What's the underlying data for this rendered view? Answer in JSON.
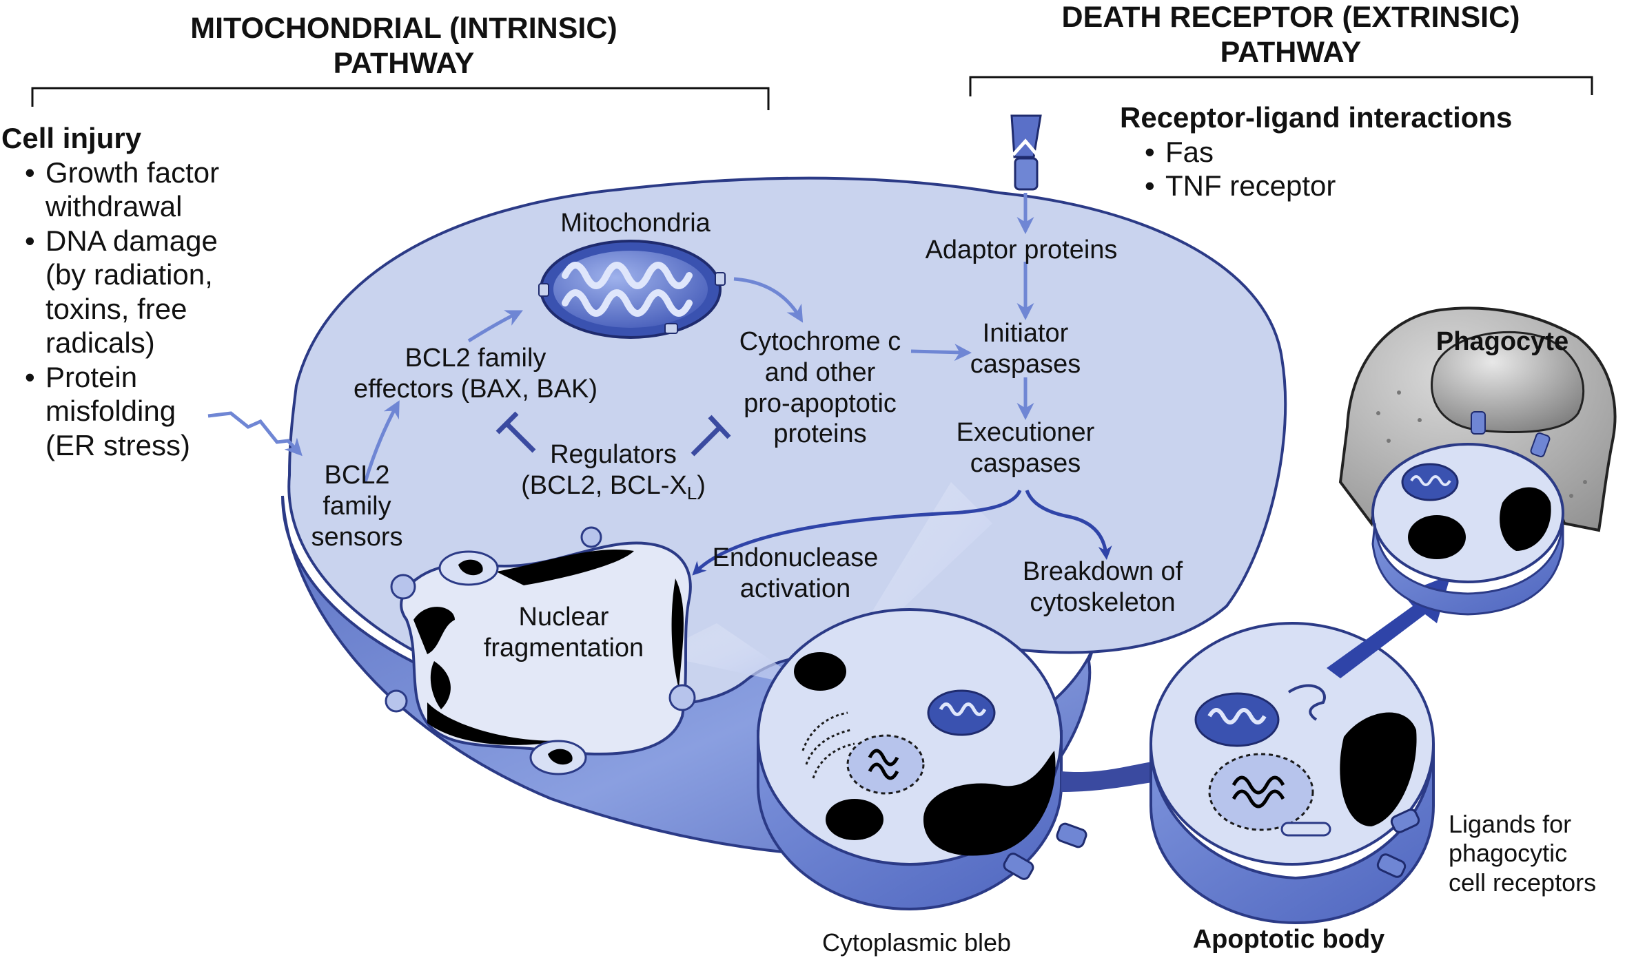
{
  "headers": {
    "intrinsic": [
      "MITOCHONDRIAL (INTRINSIC)",
      "PATHWAY"
    ],
    "extrinsic": [
      "DEATH RECEPTOR (EXTRINSIC)",
      "PATHWAY"
    ]
  },
  "cell_injury": {
    "title": "Cell injury",
    "items": [
      [
        "Growth factor",
        "withdrawal"
      ],
      [
        "DNA damage",
        "(by radiation,",
        "toxins, free",
        "radicals)"
      ],
      [
        "Protein",
        "misfolding",
        "(ER stress)"
      ]
    ]
  },
  "receptor_ligand": {
    "title": "Receptor-ligand interactions",
    "items": [
      "Fas",
      "TNF receptor"
    ]
  },
  "nodes": {
    "mitochondria": "Mitochondria",
    "bcl2_effectors": [
      "BCL2 family",
      "effectors (BAX, BAK)"
    ],
    "bcl2_sensors": [
      "BCL2",
      "family",
      "sensors"
    ],
    "cytochrome": [
      "Cytochrome c",
      "and other",
      "pro-apoptotic",
      "proteins"
    ],
    "regulators": [
      "Regulators",
      "(BCL2, BCL-X",
      "L",
      ")"
    ],
    "adaptor": "Adaptor proteins",
    "initiator": [
      "Initiator",
      "caspases"
    ],
    "executioner": [
      "Executioner",
      "caspases"
    ],
    "endonuclease": [
      "Endonuclease",
      "activation"
    ],
    "cytoskeleton": [
      "Breakdown of",
      "cytoskeleton"
    ],
    "nuclear": [
      "Nuclear",
      "fragmentation"
    ],
    "phagocyte": "Phagocyte",
    "ligands": [
      "Ligands for",
      "phagocytic",
      "cell receptors"
    ],
    "bleb": "Cytoplasmic bleb",
    "apoptotic_body": "Apoptotic body"
  },
  "colors": {
    "cell_fill": "#c9d3ee",
    "cell_side": "#6a80cc",
    "outline": "#2b3a86",
    "arrow": "#6f86d4",
    "inhibit": "#3a4aa0",
    "phagocyte_fill": "#bdbdbd",
    "organelle_dark": "#4c62bf"
  }
}
